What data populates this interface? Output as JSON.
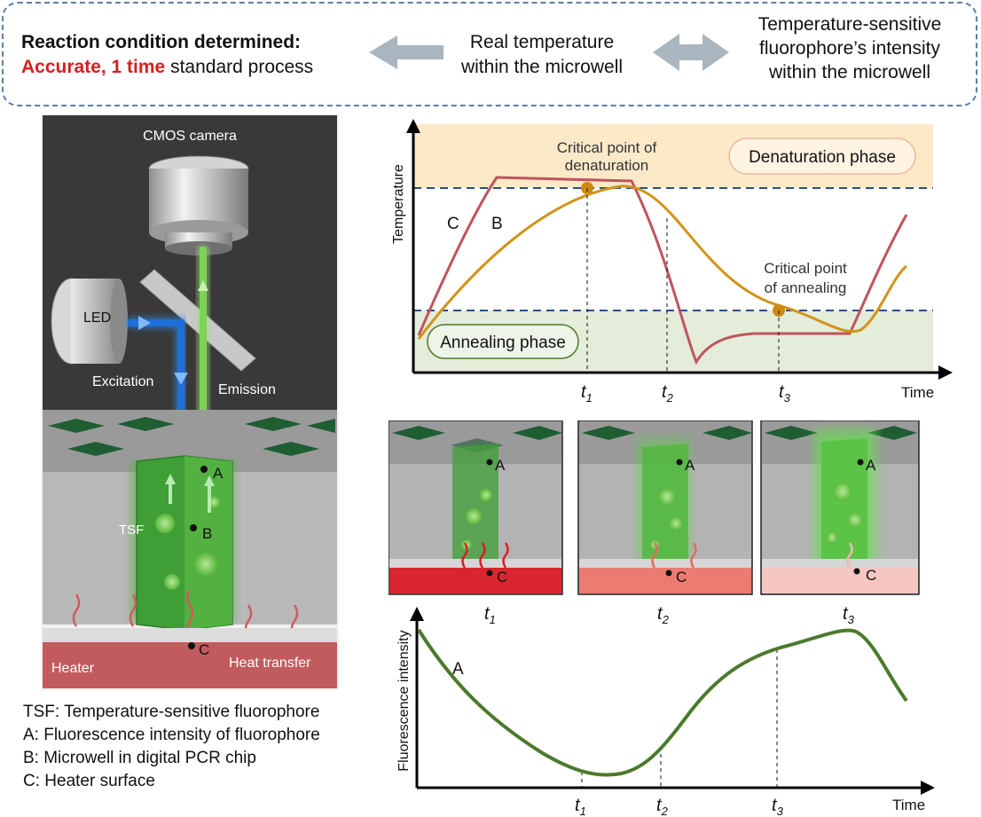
{
  "banner": {
    "left_bold": "Reaction condition determined:",
    "left_red": "Accurate, 1 time",
    "left_tail": " standard process",
    "middle": [
      "Real temperature",
      "within the microwell"
    ],
    "right": [
      "Temperature-sensitive",
      "fluorophore’s intensity",
      "within the microwell"
    ]
  },
  "setup": {
    "camera": "CMOS camera",
    "led": "LED",
    "excitation": "Excitation",
    "emission": "Emission",
    "tsf": "TSF",
    "point_a": "A",
    "point_b": "B",
    "point_c": "C",
    "heater": "Heater",
    "heat_transfer": "Heat transfer"
  },
  "legend": [
    "TSF: Temperature-sensitive fluorophore",
    "A: Fluorescence intensity of fluorophore",
    "B: Microwell in digital PCR chip",
    "C: Heater surface"
  ],
  "temp_chart": {
    "ylabel": "Temperature",
    "xlabel": "Time",
    "denat_phase": "Denaturation phase",
    "anneal_phase": "Annealing phase",
    "crit_denat": [
      "Critical point of",
      "denaturation"
    ],
    "crit_anneal": [
      "Critical point",
      "of annealing"
    ],
    "curve_c": "C",
    "curve_b": "B",
    "ticks": [
      "t",
      "t",
      "t"
    ],
    "subs": [
      "1",
      "2",
      "3"
    ],
    "colors": {
      "c": "#c0545e",
      "b": "#d19419",
      "denat_bg": "#fbe9c8",
      "anneal_bg": "#e3edd9"
    }
  },
  "panels": {
    "labels": [
      "A",
      "A",
      "A"
    ],
    "c_labels": [
      "C",
      "C",
      "C"
    ],
    "ticks": [
      "t",
      "t",
      "t"
    ],
    "subs": [
      "1",
      "2",
      "3"
    ],
    "heater_colors": [
      "#d9262e",
      "#ec7b72",
      "#f5c7c0"
    ]
  },
  "fluor_chart": {
    "ylabel": "Fluorescence intensity",
    "xlabel": "Time",
    "curve": "A",
    "ticks": [
      "t",
      "t",
      "t"
    ],
    "subs": [
      "1",
      "2",
      "3"
    ],
    "color": "#4c7a2c"
  }
}
